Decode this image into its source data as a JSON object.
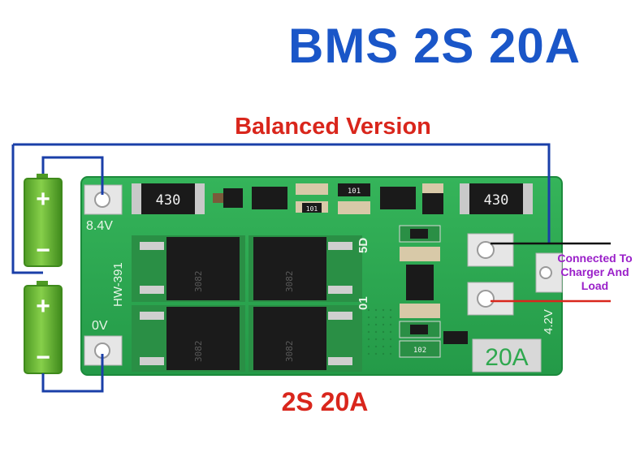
{
  "title": "BMS 2S 20A",
  "subtitle": "Balanced Version",
  "bottom_label": "2S 20A",
  "board": {
    "voltage_top": "8.4V",
    "voltage_bottom": "0V",
    "model": "HW-391",
    "right_voltage": "4.2V",
    "current_rating": "20A",
    "resistor_value": "430",
    "chip_text": "3082",
    "small_resistor": "101",
    "small_resistor_2": "102",
    "board_marks": [
      "5D",
      "01"
    ]
  },
  "connection_label": [
    "Connected To",
    "Charger And",
    "Load"
  ],
  "batteries": {
    "plus_symbol": "+",
    "minus_symbol": "−"
  },
  "colors": {
    "title": "#1a56c8",
    "subtitle": "#d9261c",
    "connection_label": "#9a1fc9",
    "wire": "#1a3fa8",
    "pcb": "#2fa84f",
    "battery": "#6fbf3a"
  }
}
